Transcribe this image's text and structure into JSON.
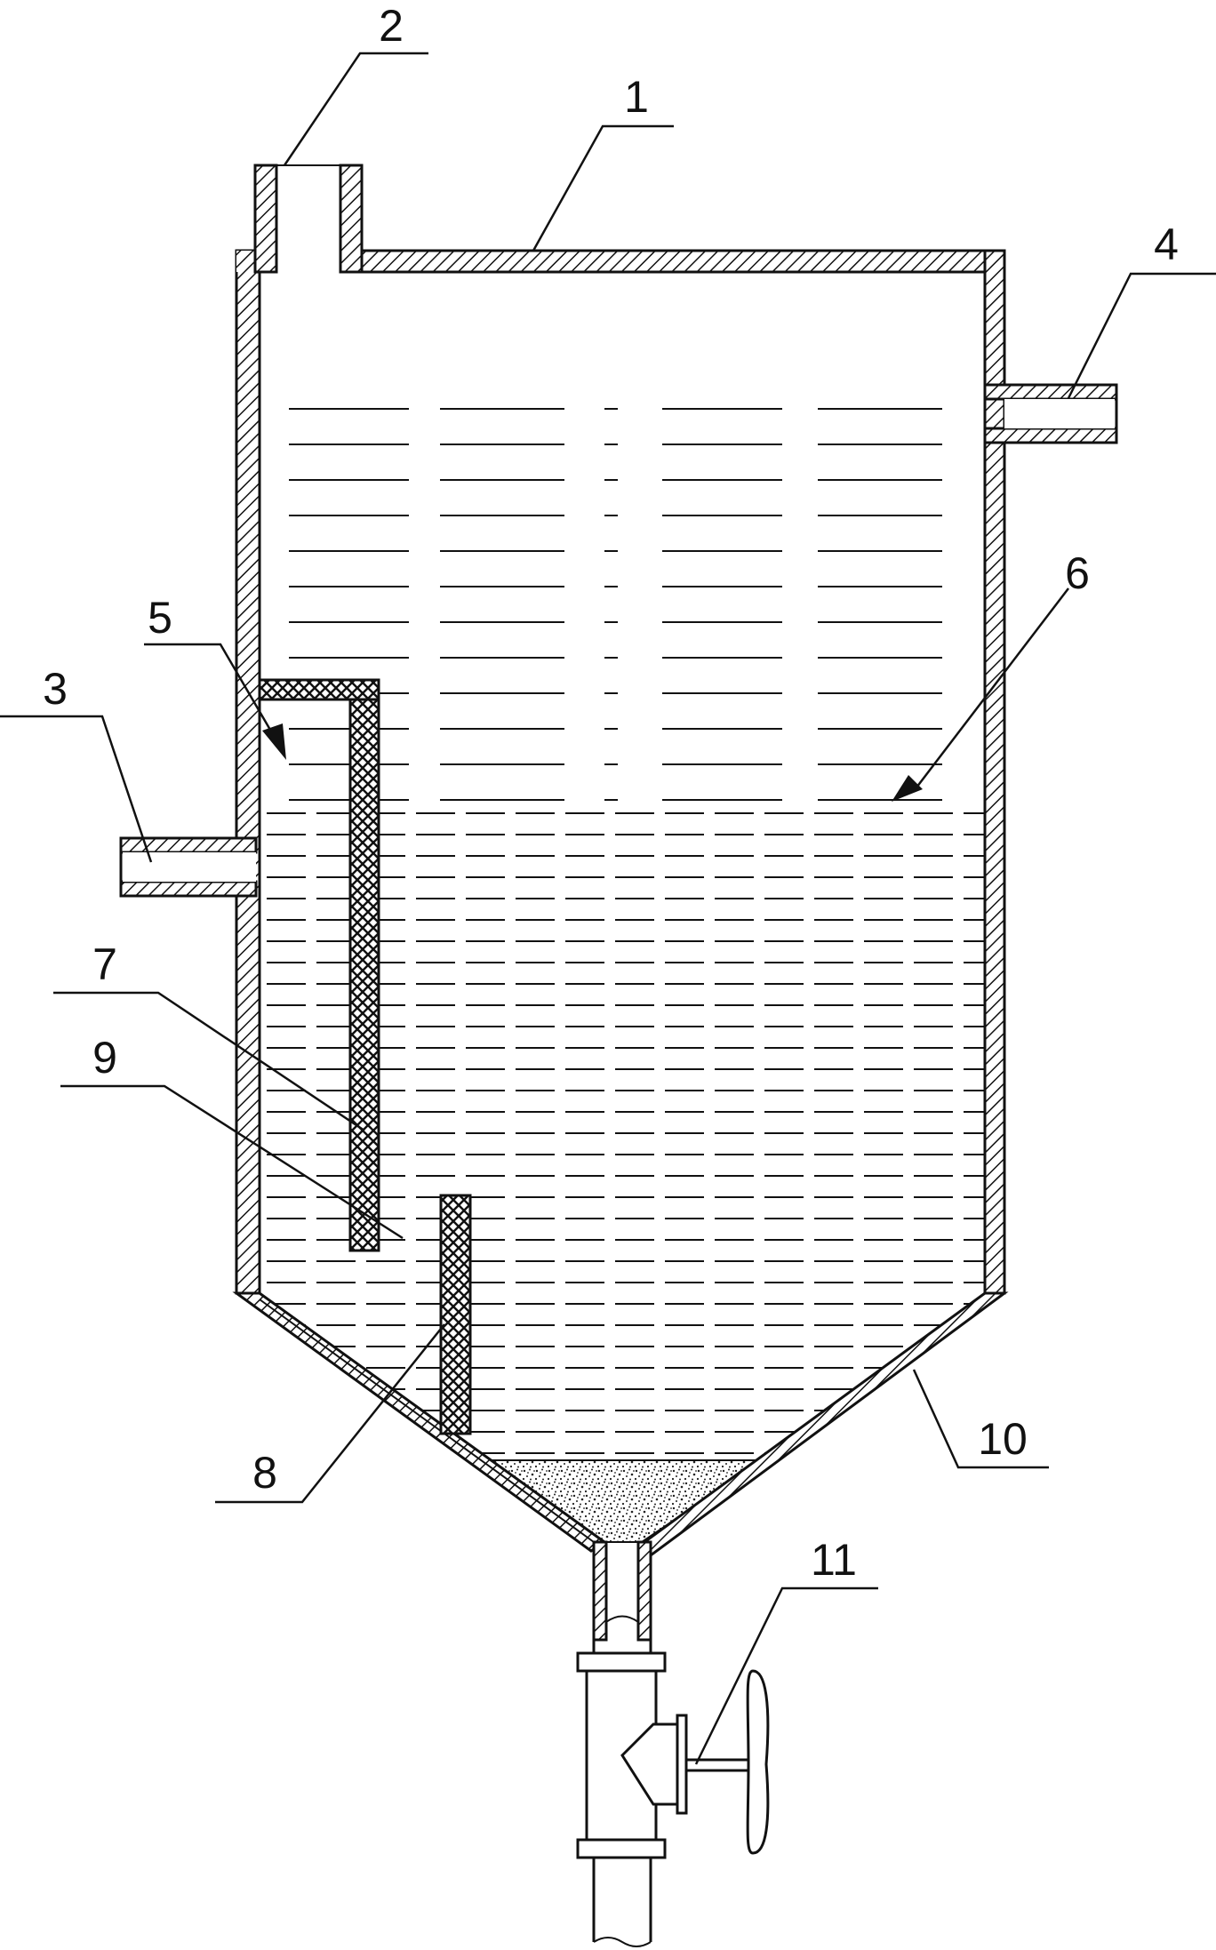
{
  "diagram": {
    "labels": {
      "l1": "1",
      "l2": "2",
      "l3": "3",
      "l4": "4",
      "l5": "5",
      "l6": "6",
      "l7": "7",
      "l8": "8",
      "l9": "9",
      "l10": "10",
      "l11": "11"
    },
    "colors": {
      "line": "#111111",
      "background": "#ffffff"
    }
  }
}
